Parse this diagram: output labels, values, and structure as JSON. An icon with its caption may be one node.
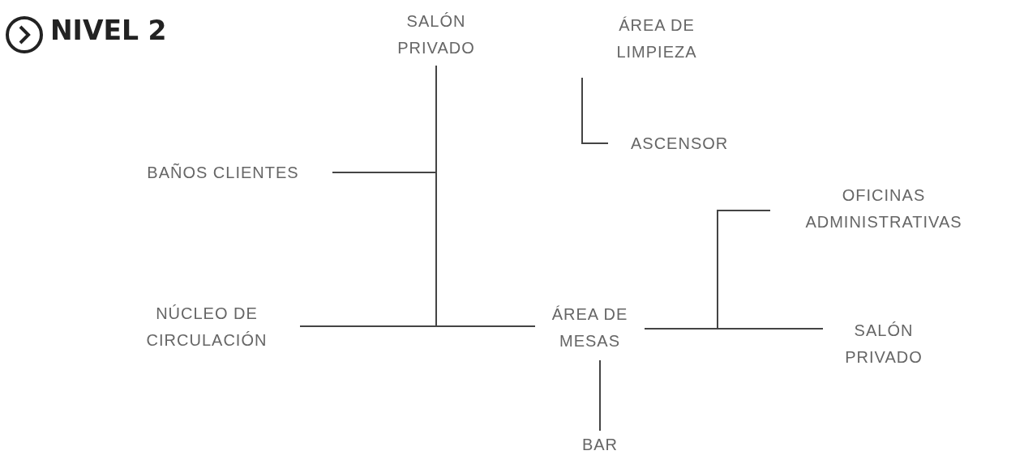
{
  "diagram": {
    "title": "NIVEL 2",
    "nodes": [
      {
        "text": [
          "SALÓN PRIVADO"
        ]
      },
      {
        "text": [
          "ÁREA DE LIMPIEZA"
        ]
      },
      {
        "text": [
          "ASCENSOR"
        ]
      },
      {
        "text": [
          "BAÑOS CLIENTES"
        ]
      },
      {
        "text": [
          "OFICINAS ADMINISTRATIVAS"
        ]
      },
      {
        "text": [
          "NÚCLEO DE CIRCULACIÓN"
        ]
      },
      {
        "text": [
          "ÁREA DE MESAS"
        ]
      },
      {
        "text": [
          "SALÓN PRIVADO"
        ]
      },
      {
        "text": [
          "BAR"
        ]
      }
    ],
    "edges": [
      {
        "from": 5,
        "to": 6,
        "arrow": "none"
      },
      {
        "from": 0,
        "to": 6,
        "arrow": "none"
      },
      {
        "from": 3,
        "to": 6,
        "arrow": "none"
      },
      {
        "from": 1,
        "to": 2,
        "arrow": "none"
      },
      {
        "from": 6,
        "to": 4,
        "arrow": "none"
      },
      {
        "from": 6,
        "to": 7,
        "arrow": "none"
      },
      {
        "from": 6,
        "to": 8,
        "arrow": "none"
      }
    ]
  }
}
